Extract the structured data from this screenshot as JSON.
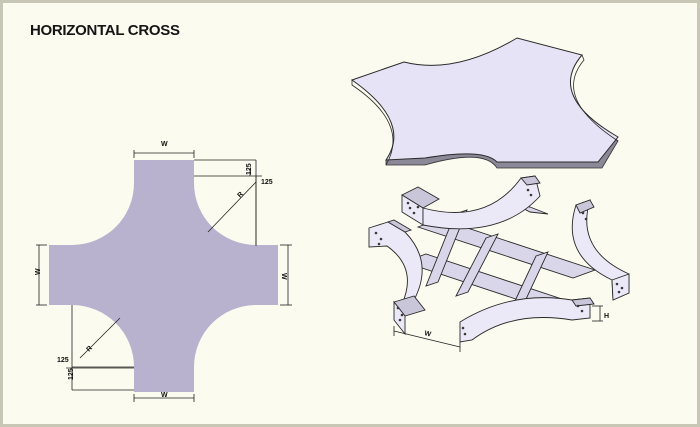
{
  "title": "HORIZONTAL CROSS",
  "dimensions": {
    "width": "W",
    "radius": "R",
    "offset": "125",
    "height": "H"
  },
  "colors": {
    "background": "#fbfbef",
    "border": "#c8c6b4",
    "plan_fill": "#b9b2cf",
    "cover_fill": "#e6e3f6",
    "tray_fill": "#ebe9f7",
    "line": "#2a2a2a"
  }
}
